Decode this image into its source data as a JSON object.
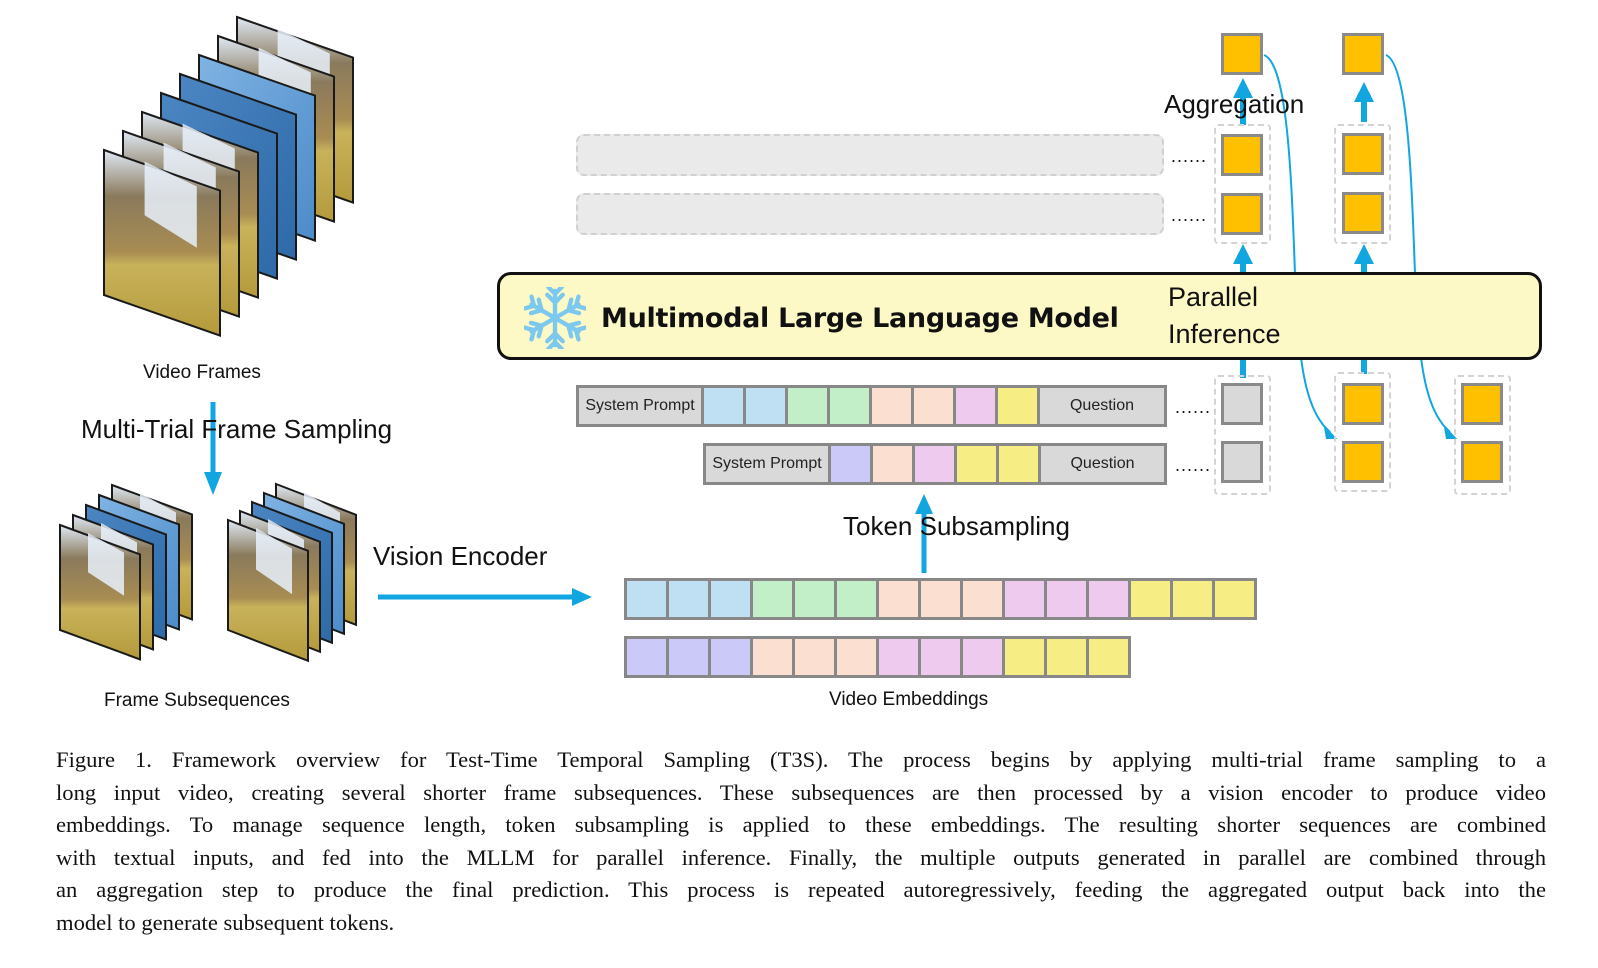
{
  "labels": {
    "video_frames": "Video Frames",
    "multi_trial": "Multi-Trial Frame Sampling",
    "frame_subsequences": "Frame Subsequences",
    "vision_encoder": "Vision Encoder",
    "video_embeddings": "Video Embeddings",
    "token_subsampling": "Token Subsampling",
    "mllm": "Multimodal Large Language Model",
    "parallel_line1": "Parallel",
    "parallel_line2": "Inference",
    "aggregation": "Aggregation",
    "system_prompt": "System Prompt",
    "question": "Question",
    "ellipsis": "......"
  },
  "colors": {
    "arrow": "#12a6e0",
    "mllm_fill": "#fcf9c6",
    "output_token": "#ffc000",
    "placeholder_token": "#d9d9d9",
    "snowflake": "#7cc8ef",
    "token_palette": {
      "blue": "#bfe0f2",
      "green": "#c3efc8",
      "peach": "#fbe0d2",
      "pink": "#eecbee",
      "yellow": "#f6ee84",
      "purple": "#cac9f8"
    }
  },
  "embeddings": {
    "row1": [
      "blue",
      "blue",
      "blue",
      "green",
      "green",
      "green",
      "peach",
      "peach",
      "peach",
      "pink",
      "pink",
      "pink",
      "yellow",
      "yellow",
      "yellow"
    ],
    "row2": [
      "purple",
      "purple",
      "purple",
      "peach",
      "peach",
      "peach",
      "pink",
      "pink",
      "pink",
      "yellow",
      "yellow",
      "yellow"
    ]
  },
  "input_sequences": {
    "row1": [
      "blue",
      "blue",
      "green",
      "green",
      "peach",
      "peach",
      "pink",
      "yellow"
    ],
    "row2": [
      "purple",
      "peach",
      "pink",
      "yellow",
      "yellow"
    ]
  },
  "caption": {
    "lines": [
      "Figure 1. Framework overview for Test-Time Temporal Sampling (T3S). The process begins by applying multi-trial frame sampling to a",
      "long input video, creating several shorter frame subsequences. These subsequences are then processed by a vision encoder to produce video",
      "embeddings. To manage sequence length, token subsampling is applied to these embeddings. The resulting shorter sequences are combined",
      "with textual inputs, and fed into the MLLM for parallel inference. Finally, the multiple outputs generated in parallel are combined through",
      "an aggregation step to produce the final prediction. This process is repeated autoregressively, feeding the aggregated output back into the",
      "model to generate subsequent tokens."
    ]
  }
}
